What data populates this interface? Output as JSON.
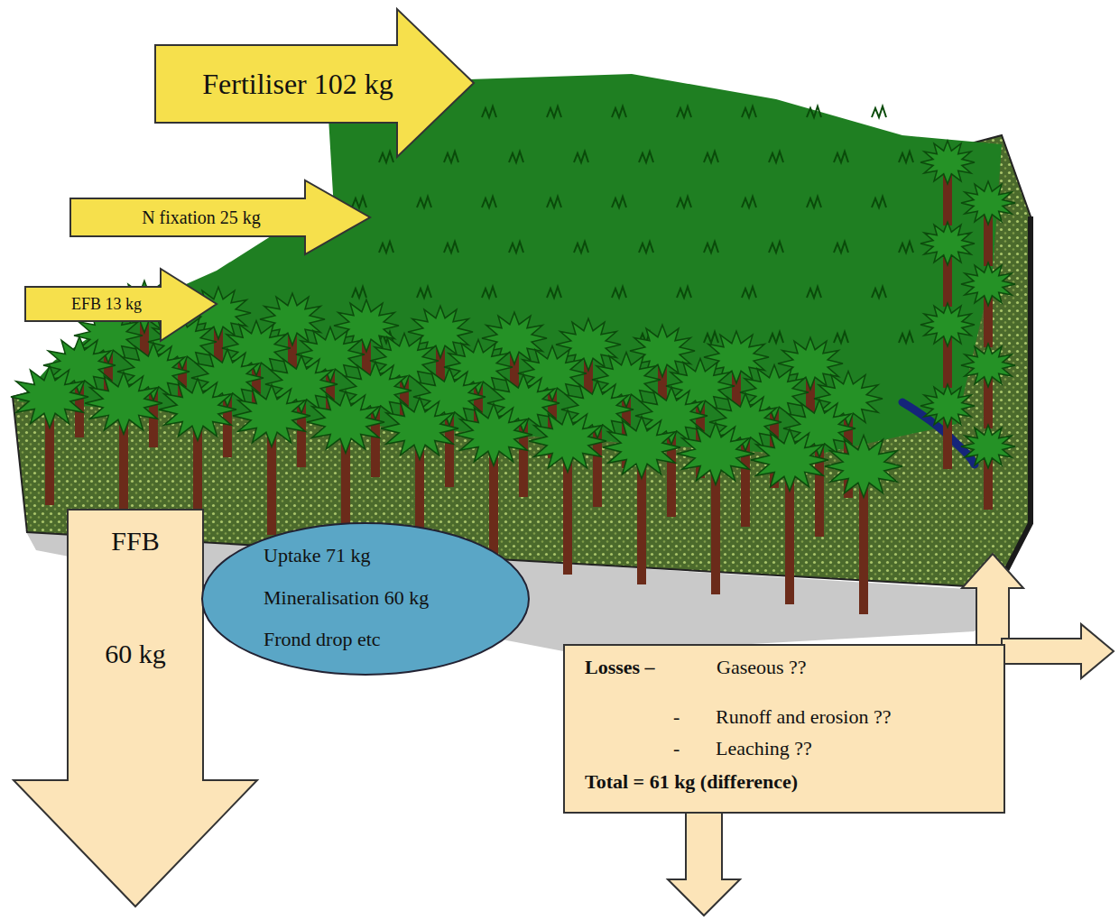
{
  "diagram": {
    "nodes": [
      {
        "text": [
          "Fertiliser 102 kg"
        ]
      },
      {
        "text": [
          "N fixation 25 kg"
        ]
      },
      {
        "text": [
          "EFB 13 kg"
        ]
      },
      {
        "text": [
          "FFB",
          "60 kg"
        ]
      },
      {
        "text": [
          "Uptake 71 kg",
          "Mineralisation 60 kg",
          "Frond drop etc"
        ]
      },
      {
        "text": [
          "Losses –",
          "Gaseous ??",
          "-",
          "Runoff and erosion ??",
          "-",
          "Leaching ??",
          "Total = 61 kg (difference)"
        ]
      }
    ]
  }
}
